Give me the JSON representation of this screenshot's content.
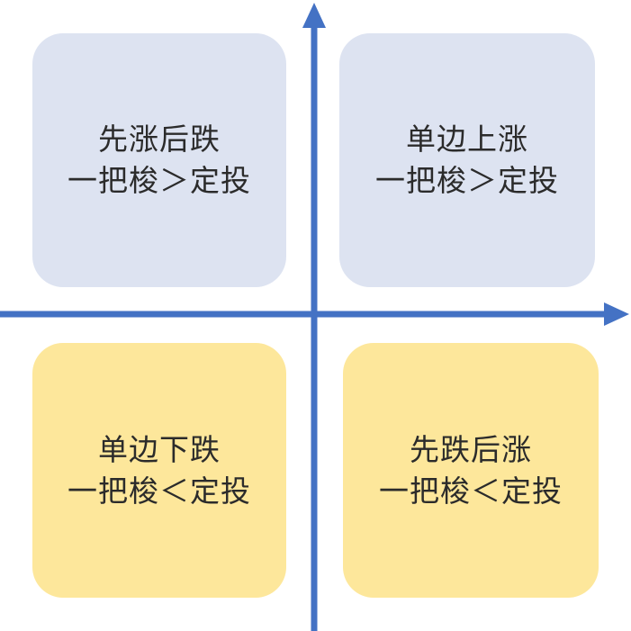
{
  "colors": {
    "rise_panel": "#dde3f1",
    "fall_panel": "#fde79b",
    "axis": "#4472c4",
    "text": "#2b2b2b"
  },
  "quadrants": {
    "top_left": {
      "title": "先涨后跌",
      "rule": "一把梭＞定投"
    },
    "top_right": {
      "title": "单边上涨",
      "rule": "一把梭＞定投"
    },
    "bottom_left": {
      "title": "单边下跌",
      "rule": "一把梭＜定投"
    },
    "bottom_right": {
      "title": "先跌后涨",
      "rule": "一把梭＜定投"
    }
  }
}
